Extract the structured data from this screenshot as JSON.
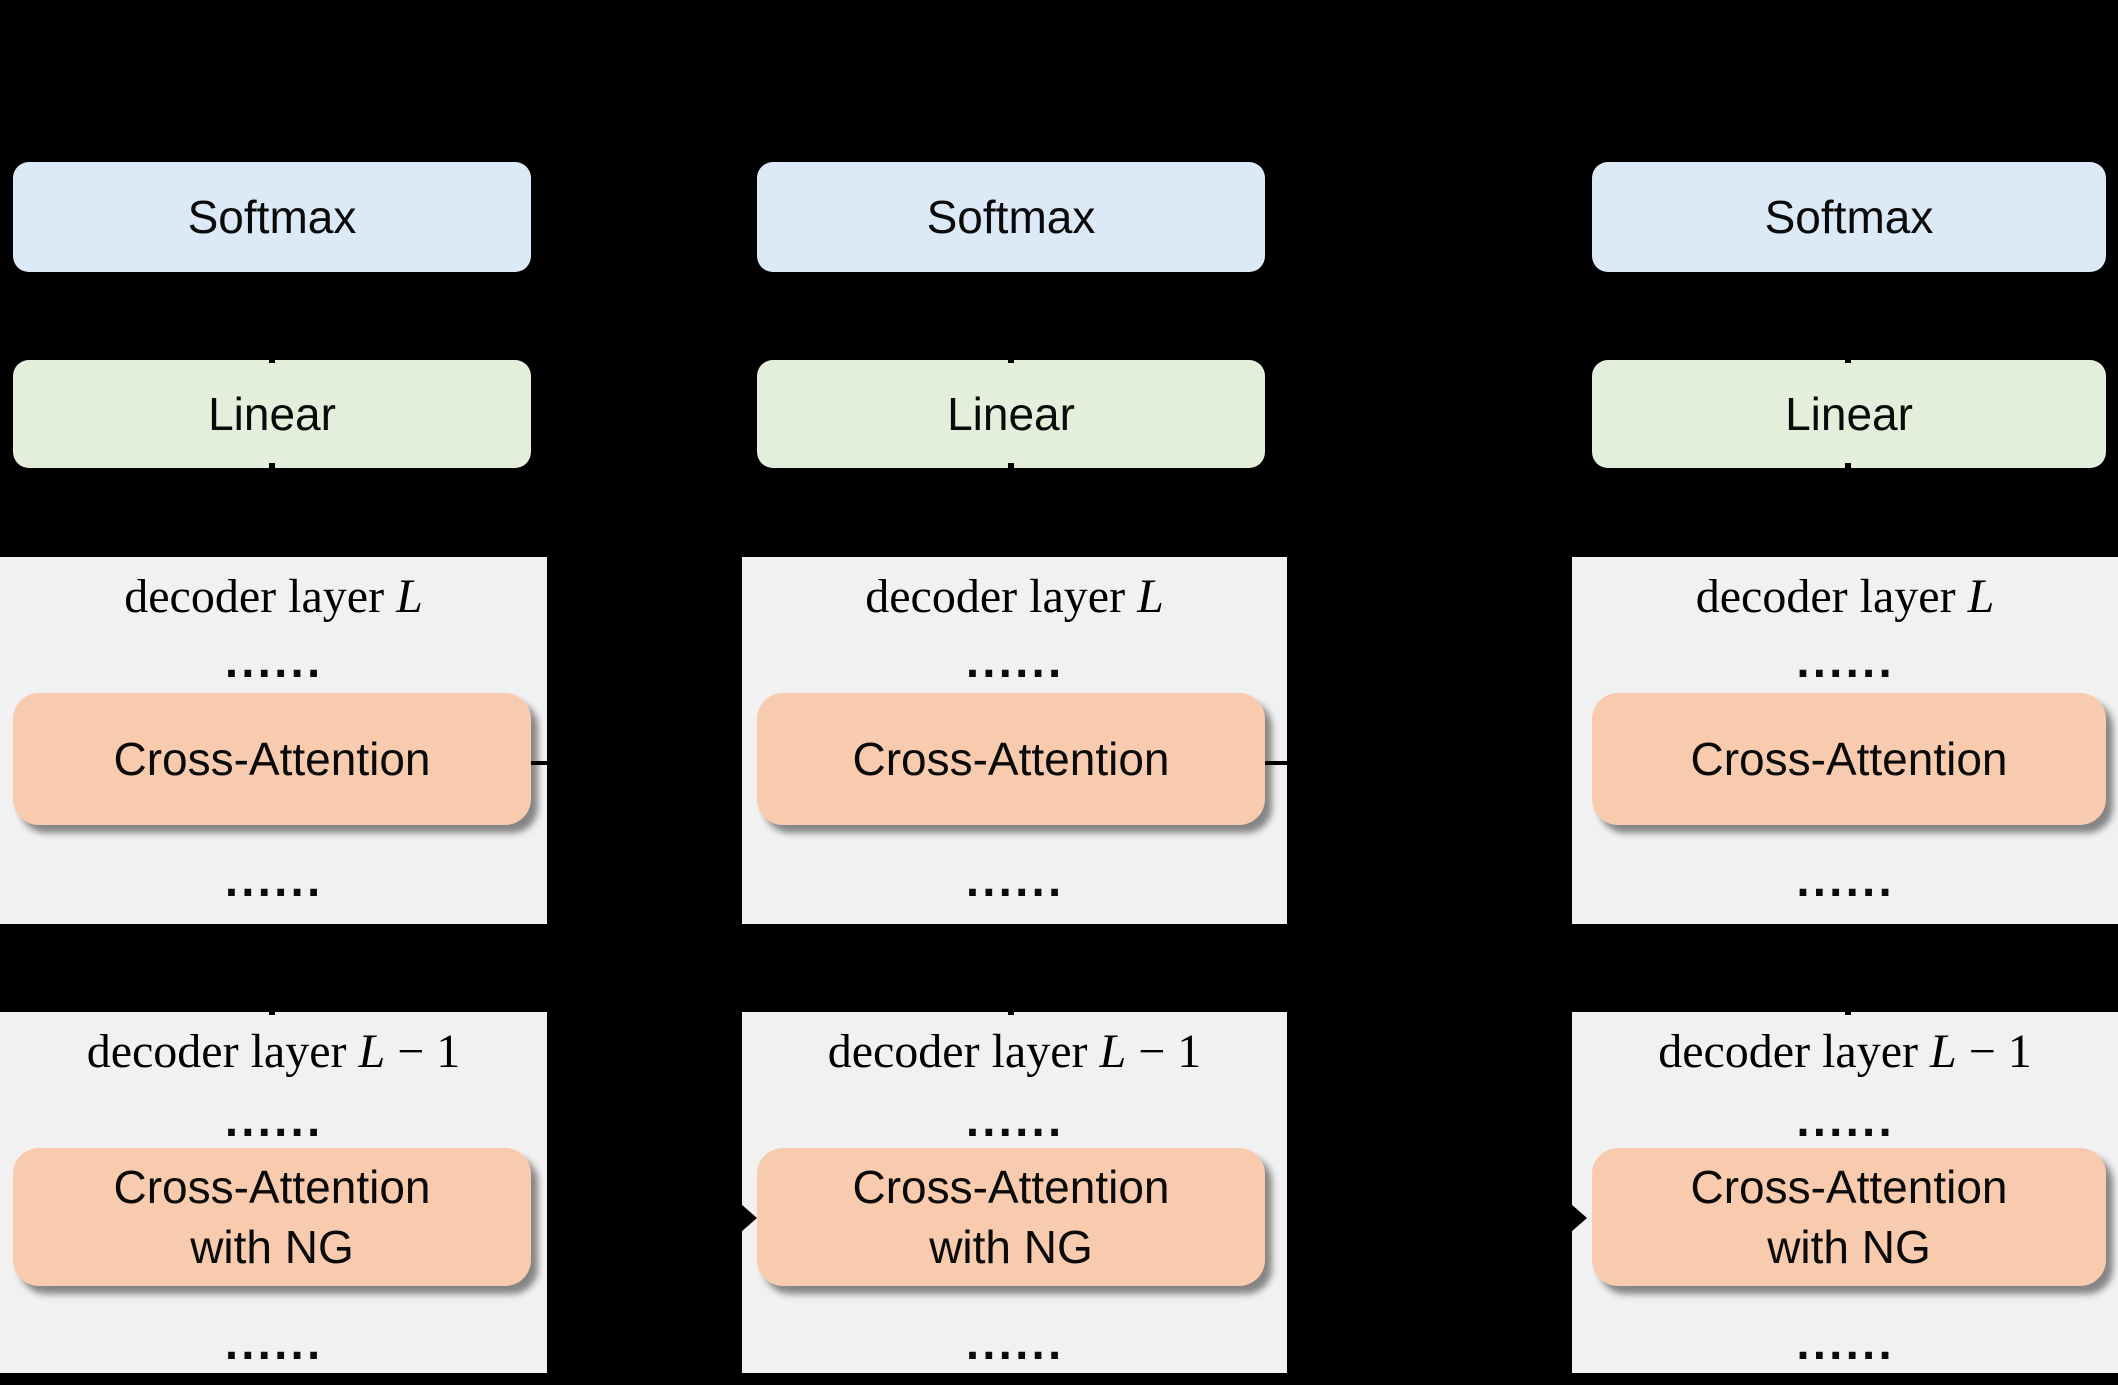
{
  "figure": {
    "colors": {
      "background": "#000000",
      "softmax_fill": "#dce9f6",
      "linear_fill": "#e3efda",
      "attention_fill": "#f8cbae",
      "panel_fill": "#f1f1f1",
      "connector": "#000000"
    },
    "columns": [
      {
        "softmax_label": "Softmax",
        "linear_label": "Linear",
        "upper_layer": {
          "title_prefix": "decoder layer ",
          "title_var": "L",
          "title_suffix": "",
          "dots_top": "......",
          "attention_label": "Cross-Attention",
          "dots_bottom": "......"
        },
        "lower_layer": {
          "title_prefix": "decoder layer ",
          "title_var": "L",
          "title_suffix": " − 1",
          "dots_top": "......",
          "attention_line1": "Cross-Attention",
          "attention_line2": "with NG",
          "dots_bottom": "......"
        }
      },
      {
        "softmax_label": "Softmax",
        "linear_label": "Linear",
        "upper_layer": {
          "title_prefix": "decoder layer ",
          "title_var": "L",
          "title_suffix": "",
          "dots_top": "......",
          "attention_label": "Cross-Attention",
          "dots_bottom": "......"
        },
        "lower_layer": {
          "title_prefix": "decoder layer ",
          "title_var": "L",
          "title_suffix": " − 1",
          "dots_top": "......",
          "attention_line1": "Cross-Attention",
          "attention_line2": "with NG",
          "dots_bottom": "......"
        }
      },
      {
        "softmax_label": "Softmax",
        "linear_label": "Linear",
        "upper_layer": {
          "title_prefix": "decoder layer ",
          "title_var": "L",
          "title_suffix": "",
          "dots_top": "......",
          "attention_label": "Cross-Attention",
          "dots_bottom": "......"
        },
        "lower_layer": {
          "title_prefix": "decoder layer ",
          "title_var": "L",
          "title_suffix": " − 1",
          "dots_top": "......",
          "attention_line1": "Cross-Attention",
          "attention_line2": "with NG",
          "dots_bottom": "......"
        }
      }
    ]
  }
}
